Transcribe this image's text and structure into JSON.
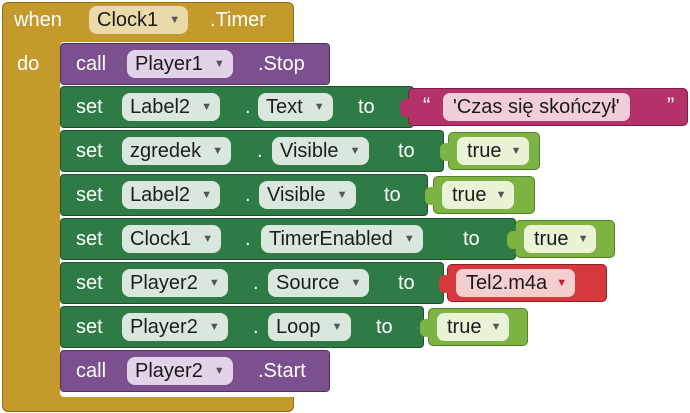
{
  "event": {
    "when_label": "when",
    "component": "Clock1",
    "event_name": ".Timer",
    "do_label": "do",
    "color": "#c59a2c"
  },
  "statements": [
    {
      "kind": "call",
      "keyword": "call",
      "component": "Player1",
      "method": ".Stop"
    },
    {
      "kind": "set",
      "keyword": "set",
      "component": "Label2",
      "dot": ".",
      "property": "Text",
      "to_label": "to",
      "value_type": "text",
      "value": "'Czas się skończył'",
      "quote_open": "“",
      "quote_close": "”"
    },
    {
      "kind": "set",
      "keyword": "set",
      "component": "zgredek",
      "dot": ".",
      "property": "Visible",
      "to_label": "to",
      "value_type": "boolean",
      "value": "true"
    },
    {
      "kind": "set",
      "keyword": "set",
      "component": "Label2",
      "dot": ".",
      "property": "Visible",
      "to_label": "to",
      "value_type": "boolean",
      "value": "true"
    },
    {
      "kind": "set",
      "keyword": "set",
      "component": "Clock1",
      "dot": ".",
      "property": "TimerEnabled",
      "to_label": "to",
      "value_type": "boolean",
      "value": "true"
    },
    {
      "kind": "set",
      "keyword": "set",
      "component": "Player2",
      "dot": ".",
      "property": "Source",
      "to_label": "to",
      "value_type": "sound",
      "value": "Tel2.m4a"
    },
    {
      "kind": "set",
      "keyword": "set",
      "component": "Player2",
      "dot": ".",
      "property": "Loop",
      "to_label": "to",
      "value_type": "boolean",
      "value": "true"
    },
    {
      "kind": "call",
      "keyword": "call",
      "component": "Player2",
      "method": ".Start"
    }
  ],
  "colors": {
    "setter_green": "#2e7b45",
    "call_purple": "#7c4f8e",
    "boolean_green": "#7cb342",
    "text_magenta": "#b5316a",
    "sound_red": "#d6383e"
  },
  "icons": {
    "dropdown": "caret-down-icon"
  }
}
